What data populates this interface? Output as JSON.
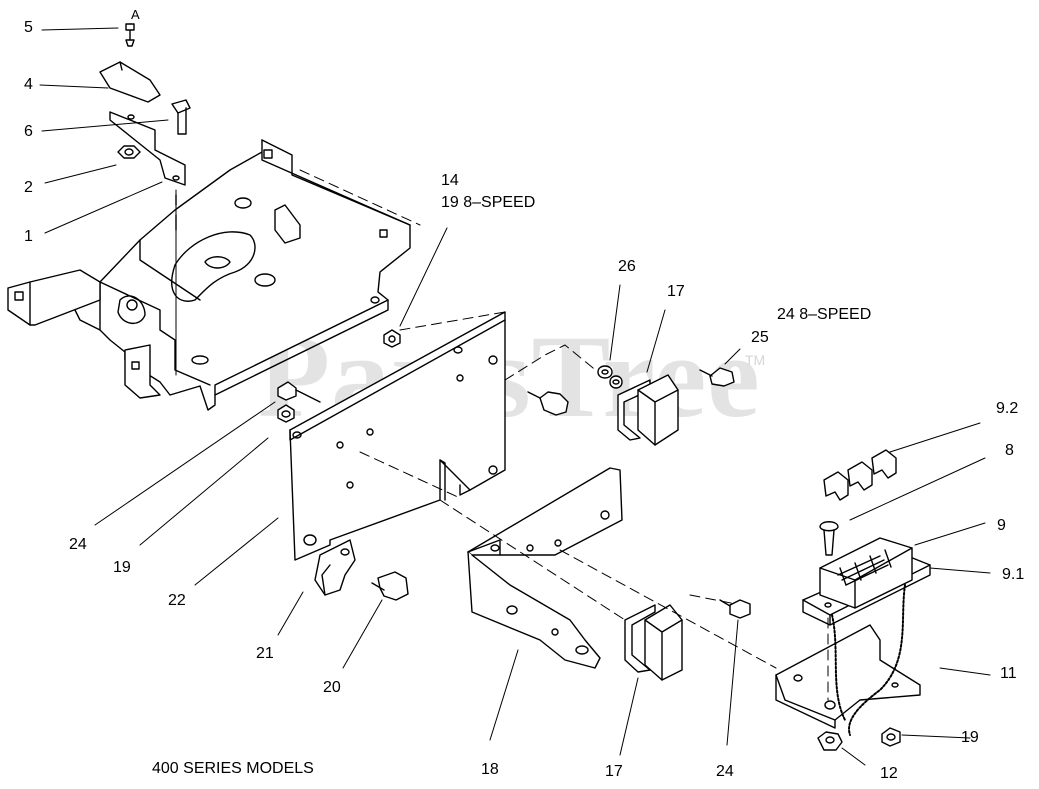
{
  "watermark": {
    "text": "PartsTree",
    "tm": "TM"
  },
  "footer": {
    "models": "400 SERIES MODELS"
  },
  "callouts": [
    {
      "id": "c5",
      "text": "5"
    },
    {
      "id": "cA",
      "text": "A"
    },
    {
      "id": "c4",
      "text": "4"
    },
    {
      "id": "c6",
      "text": "6"
    },
    {
      "id": "c2",
      "text": "2"
    },
    {
      "id": "c1",
      "text": "1"
    },
    {
      "id": "c14",
      "text": "14"
    },
    {
      "id": "c19a",
      "text": "19   8–SPEED"
    },
    {
      "id": "c26",
      "text": "26"
    },
    {
      "id": "c17a",
      "text": "17"
    },
    {
      "id": "c24a",
      "text": "24   8–SPEED"
    },
    {
      "id": "c25",
      "text": "25"
    },
    {
      "id": "c92",
      "text": "9.2"
    },
    {
      "id": "c8",
      "text": "8"
    },
    {
      "id": "c9",
      "text": "9"
    },
    {
      "id": "c91",
      "text": "9.1"
    },
    {
      "id": "c11",
      "text": "11"
    },
    {
      "id": "c19b",
      "text": "19"
    },
    {
      "id": "c12",
      "text": "12"
    },
    {
      "id": "c24b",
      "text": "24"
    },
    {
      "id": "c19c",
      "text": "19"
    },
    {
      "id": "c22",
      "text": "22"
    },
    {
      "id": "c21",
      "text": "21"
    },
    {
      "id": "c20",
      "text": "20"
    },
    {
      "id": "c18",
      "text": "18"
    },
    {
      "id": "c17b",
      "text": "17"
    },
    {
      "id": "c24c",
      "text": "24"
    }
  ]
}
